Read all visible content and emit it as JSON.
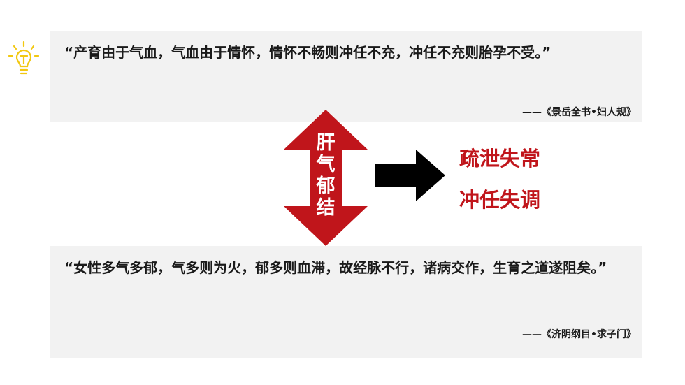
{
  "quote_top": {
    "text": "“产育由于气血，气血由于情怀，情怀不畅则冲任不充，冲任不充则胎孕不受。”",
    "source": "——《景岳全书•妇人规》"
  },
  "diagram": {
    "vertical_label_chars": [
      "肝",
      "气",
      "郁",
      "结"
    ],
    "results": [
      "疏泄失常",
      "冲任失调"
    ],
    "colors": {
      "double_arrow": "#c0151b",
      "right_arrow": "#000000",
      "results_text": "#c0151b",
      "bulb": "#f2c811"
    },
    "icons": {
      "tip": "lightbulb-icon",
      "double_arrow": "double-arrow-vertical-icon",
      "right_arrow": "arrow-right-icon"
    }
  },
  "quote_bottom": {
    "text": "“女性多气多郁，气多则为火，郁多则血滞，故经脉不行，诸病交作，生育之道遂阻矣。”",
    "source": "——《济阴纲目•求子门》"
  }
}
